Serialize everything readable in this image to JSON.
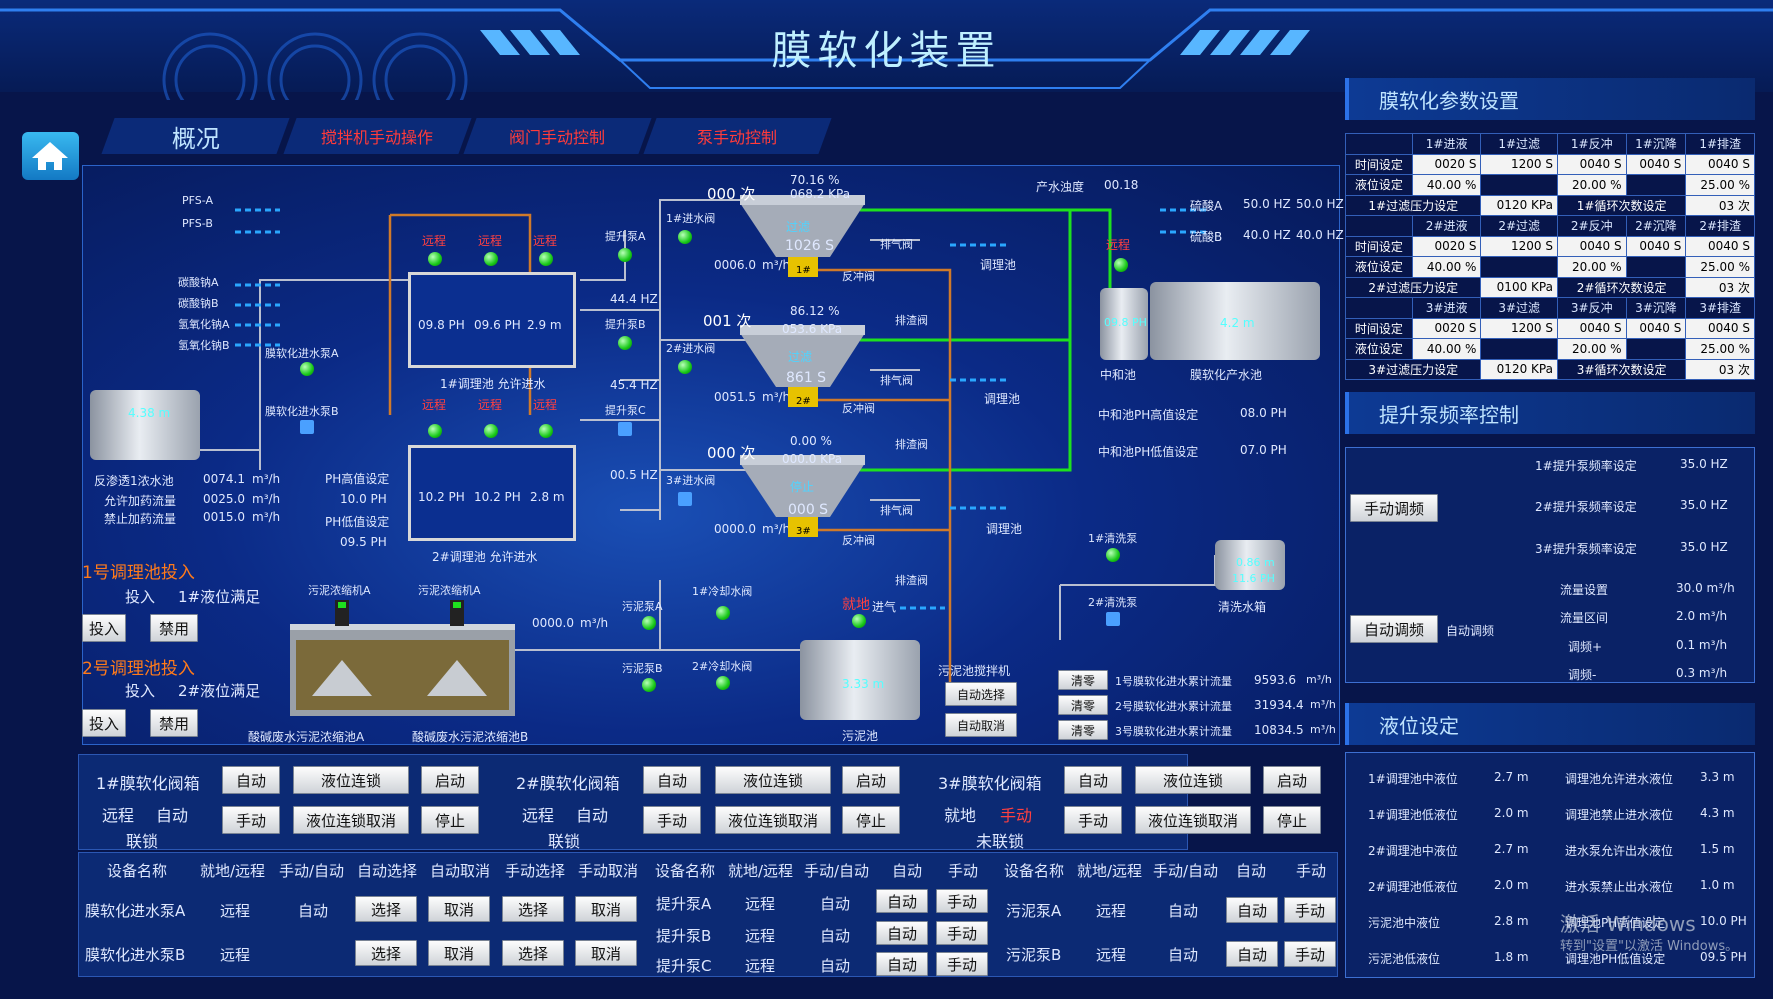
{
  "header": {
    "title": "膜软化装置"
  },
  "nav": {
    "overview": "概况",
    "tabs": [
      "搅拌机手动操作",
      "阀门手动控制",
      "泵手动控制"
    ]
  },
  "params": {
    "title": "膜软化参数设置",
    "blocks": [
      {
        "heads": [
          "1#进液",
          "1#过滤",
          "1#反冲",
          "1#沉降",
          "1#排渣"
        ],
        "time_label": "时间设定",
        "times": [
          "0020 S",
          "1200 S",
          "0040 S",
          "0040 S",
          "0040 S"
        ],
        "level_label": "液位设定",
        "levels": [
          "40.00 %",
          "",
          "20.00 %",
          "",
          "25.00 %"
        ],
        "press_label": "1#过滤压力设定",
        "press": "0120 KPa",
        "cycle_label": "1#循环次数设定",
        "cycle": "03 次"
      },
      {
        "heads": [
          "2#进液",
          "2#过滤",
          "2#反冲",
          "2#沉降",
          "2#排渣"
        ],
        "time_label": "时间设定",
        "times": [
          "0020 S",
          "1200 S",
          "0040 S",
          "0040 S",
          "0040 S"
        ],
        "level_label": "液位设定",
        "levels": [
          "40.00 %",
          "",
          "20.00 %",
          "",
          "25.00 %"
        ],
        "press_label": "2#过滤压力设定",
        "press": "0100 KPa",
        "cycle_label": "2#循环次数设定",
        "cycle": "03 次"
      },
      {
        "heads": [
          "3#进液",
          "3#过滤",
          "3#反冲",
          "3#沉降",
          "3#排渣"
        ],
        "time_label": "时间设定",
        "times": [
          "0020 S",
          "1200 S",
          "0040 S",
          "0040 S",
          "0040 S"
        ],
        "level_label": "液位设定",
        "levels": [
          "40.00 %",
          "",
          "20.00 %",
          "",
          "25.00 %"
        ],
        "press_label": "3#过滤压力设定",
        "press": "0120 KPa",
        "cycle_label": "3#循环次数设定",
        "cycle": "03 次"
      }
    ]
  },
  "pump": {
    "title": "提升泵频率控制",
    "manual_btn": "手动调频",
    "auto_btn": "自动调频",
    "auto_label": "自动调频",
    "manual_rows": [
      {
        "label": "1#提升泵频率设定",
        "value": "35.0 HZ"
      },
      {
        "label": "2#提升泵频率设定",
        "value": "35.0 HZ"
      },
      {
        "label": "3#提升泵频率设定",
        "value": "35.0 HZ"
      }
    ],
    "auto_rows": [
      {
        "label": "流量设置",
        "value": "30.0 m³/h"
      },
      {
        "label": "流量区间",
        "value": "2.0 m³/h"
      },
      {
        "label": "调频+",
        "value": "0.1 m³/h"
      },
      {
        "label": "调频-",
        "value": "0.3 m³/h"
      }
    ]
  },
  "level": {
    "title": "液位设定",
    "left": [
      {
        "label": "1#调理池中液位",
        "value": "2.7 m"
      },
      {
        "label": "1#调理池低液位",
        "value": "2.0 m"
      },
      {
        "label": "2#调理池中液位",
        "value": "2.7 m"
      },
      {
        "label": "2#调理池低液位",
        "value": "2.0 m"
      },
      {
        "label": "污泥池中液位",
        "value": "2.8 m"
      },
      {
        "label": "污泥池低液位",
        "value": "1.8 m"
      }
    ],
    "right": [
      {
        "label": "调理池允许进水液位",
        "value": "3.3 m"
      },
      {
        "label": "调理池禁止进水液位",
        "value": "4.3 m"
      },
      {
        "label": "进水泵允许出水液位",
        "value": "1.5 m"
      },
      {
        "label": "进水泵禁止出水液位",
        "value": "1.0 m"
      },
      {
        "label": "调理池PH高值设定",
        "value": "10.0 PH"
      },
      {
        "label": "调理池PH低值设定",
        "value": "09.5 PH"
      }
    ]
  },
  "process": {
    "pfs": [
      "PFS-A",
      "PFS-B"
    ],
    "chem_left": [
      "碳酸钠A",
      "碳酸钠B",
      "氢氧化钠A",
      "氢氧化钠B"
    ],
    "pump_a": "膜软化进水泵A",
    "pump_b": "膜软化进水泵B",
    "ro_tank": {
      "level": "4.38 m",
      "text": "反渗透1浓水池",
      "flow": "0074.1",
      "unit": "m³/h"
    },
    "dose_allow": {
      "label": "允许加药流量",
      "value": "0025.0",
      "unit": "m³/h"
    },
    "dose_forbid": {
      "label": "禁止加药流量",
      "value": "0015.0",
      "unit": "m³/h"
    },
    "ph_high": {
      "label": "PH高值设定",
      "value": "10.0 PH"
    },
    "ph_low": {
      "label": "PH低值设定",
      "value": "09.5 PH"
    },
    "remote": "远程",
    "basin1": {
      "ph1": "09.8 PH",
      "ph2": "09.6 PH",
      "level": "2.9 m",
      "label": "1#调理池 允许进水"
    },
    "basin2": {
      "ph1": "10.2 PH",
      "ph2": "10.2 PH",
      "level": "2.8 m",
      "label": "2#调理池 允许进水"
    },
    "lift": [
      {
        "name": "提升泵A",
        "hz": "44.4 HZ"
      },
      {
        "name": "提升泵B",
        "hz": "45.4 HZ"
      },
      {
        "name": "提升泵C",
        "hz": "00.5 HZ"
      }
    ],
    "inlet_valves": [
      "1#进水阀",
      "2#进水阀",
      "3#进水阀"
    ],
    "flows": [
      "0006.0",
      "0051.5",
      "0000.0"
    ],
    "flow_unit": "m³/h",
    "filters": [
      {
        "count": "000 次",
        "pct": "70.16  %",
        "kpa": "068.2  KPa",
        "state": "过滤",
        "time": "1026 S",
        "tag": "1#"
      },
      {
        "count": "001 次",
        "pct": "86.12  %",
        "kpa": "053.6  KPa",
        "state": "过滤",
        "time": "861 S",
        "tag": "2#"
      },
      {
        "count": "000 次",
        "pct": "0.00  %",
        "kpa": "000.0  KPa",
        "state": "停止",
        "time": "000 S",
        "tag": "3#"
      }
    ],
    "vent": "排气阀",
    "backflush": "反冲阀",
    "drain": "排渣阀",
    "regulate": "调理池",
    "turbidity": {
      "label": "产水浊度",
      "value": "00.18"
    },
    "acid": [
      {
        "name": "硫酸A",
        "v1": "50.0 HZ",
        "v2": "50.0 HZ"
      },
      {
        "name": "硫酸B",
        "v1": "40.0 HZ",
        "v2": "40.0 HZ"
      }
    ],
    "neutral": {
      "ph": "09.8 PH",
      "label": "中和池"
    },
    "product": {
      "level": "4.2 m",
      "label": "膜软化产水池"
    },
    "neu_high": {
      "label": "中和池PH高值设定",
      "value": "08.0 PH"
    },
    "neu_low": {
      "label": "中和池PH低值设定",
      "value": "07.0 PH"
    },
    "wash": {
      "p1": "1#清洗泵",
      "p2": "2#清洗泵",
      "level": "0.86 m",
      "ph": "11.6 PH",
      "label": "清洗水箱"
    },
    "sludge_thick": [
      "污泥浓缩机A",
      "污泥浓缩机A"
    ],
    "sludge_label_a": "酸碱废水污泥浓缩池A",
    "sludge_label_b": "酸碱废水污泥浓缩池B",
    "sludge_flow": "0000.0",
    "sludge_pumps": [
      "污泥泵A",
      "污泥泵B"
    ],
    "cool": [
      "1#冷却水阀",
      "2#冷却水阀"
    ],
    "local": "就地",
    "air": "进气",
    "sludge_tank": {
      "level": "3.33 m",
      "label": "污泥池"
    },
    "mixer": "污泥池搅拌机",
    "auto_sel": "自动选择",
    "auto_cancel": "自动取消",
    "clear": "清零",
    "totals": [
      {
        "label": "1号膜软化进水累计流量",
        "value": "9593.6",
        "unit": "m³/h"
      },
      {
        "label": "2号膜软化进水累计流量",
        "value": "31934.4",
        "unit": "m³/h"
      },
      {
        "label": "3号膜软化进水累计流量",
        "value": "10834.5",
        "unit": "m³/h"
      }
    ],
    "basin_in1": "1号调理池投入",
    "basin_in2": "2号调理池投入",
    "in": "投入",
    "full1": "1#液位满足",
    "full2": "2#液位满足",
    "btn_in": "投入",
    "btn_off": "禁用"
  },
  "valves": [
    {
      "name": "1#膜软化阀箱",
      "s1": "远程",
      "s2": "自动",
      "s3": "联锁",
      "b": [
        "自动",
        "液位连锁",
        "启动",
        "手动",
        "液位连锁取消",
        "停止"
      ]
    },
    {
      "name": "2#膜软化阀箱",
      "s1": "远程",
      "s2": "自动",
      "s3": "联锁",
      "b": [
        "自动",
        "液位连锁",
        "启动",
        "手动",
        "液位连锁取消",
        "停止"
      ]
    },
    {
      "name": "3#膜软化阀箱",
      "s1": "就地",
      "s2": "手动",
      "s3": "未联锁",
      "b": [
        "自动",
        "液位连锁",
        "启动",
        "手动",
        "液位连锁取消",
        "停止"
      ]
    }
  ],
  "devices": {
    "h1": [
      "设备名称",
      "就地/远程",
      "手动/自动",
      "自动选择",
      "自动取消",
      "手动选择",
      "手动取消"
    ],
    "h2": [
      "设备名称",
      "就地/远程",
      "手动/自动",
      "自动",
      "手动"
    ],
    "h3": [
      "设备名称",
      "就地/远程",
      "手动/自动",
      "自动",
      "手动"
    ],
    "g1": [
      {
        "n": "膜软化进水泵A",
        "r": "远程",
        "a": "自动"
      },
      {
        "n": "膜软化进水泵B",
        "r": "远程",
        "a": ""
      }
    ],
    "g2": [
      {
        "n": "提升泵A",
        "r": "远程",
        "a": "自动"
      },
      {
        "n": "提升泵B",
        "r": "远程",
        "a": "自动"
      },
      {
        "n": "提升泵C",
        "r": "远程",
        "a": "自动"
      }
    ],
    "g3": [
      {
        "n": "污泥泵A",
        "r": "远程",
        "a": "自动"
      },
      {
        "n": "污泥泵B",
        "r": "远程",
        "a": "自动"
      }
    ],
    "sel": "选择",
    "cancel": "取消",
    "auto": "自动",
    "manual": "手动"
  },
  "watermark": {
    "l1": "激活 Windows",
    "l2": "转到\"设置\"以激活 Windows。"
  }
}
